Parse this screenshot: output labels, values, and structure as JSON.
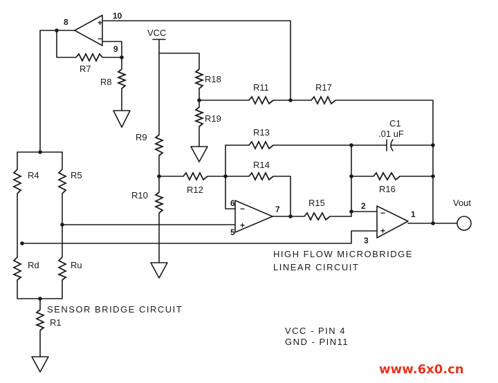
{
  "labels": {
    "vcc": "VCC",
    "r1": "R1",
    "r4": "R4",
    "r5": "R5",
    "r7": "R7",
    "r8": "R8",
    "r9": "R9",
    "r10": "R10",
    "r11": "R11",
    "r12": "R12",
    "r13": "R13",
    "r14": "R14",
    "r15": "R15",
    "r16": "R16",
    "r17": "R17",
    "r18": "R18",
    "r19": "R19",
    "rd": "Rd",
    "ru": "Ru",
    "c1": "C1",
    "c1_value": ".01 uF",
    "vout": "Vout"
  },
  "pins": {
    "p8": "8",
    "p10": "10",
    "p9": "9",
    "p6": "6",
    "p5": "5",
    "p7": "7",
    "p2": "2",
    "p3": "3",
    "p1": "1",
    "plus": "+",
    "minus": "−"
  },
  "captions": {
    "sensor_bridge": "SENSOR BRIDGE CIRCUIT",
    "high_flow_1": "HIGH FLOW MICROBRIDGE",
    "high_flow_2": "LINEAR CIRCUIT",
    "vcc_pin": "VCC - PIN 4",
    "gnd_pin": "GND - PIN11"
  },
  "watermark": "www.6x0.cn",
  "colors": {
    "ink": "#1a1a1a",
    "watermark": "#e8341c"
  }
}
